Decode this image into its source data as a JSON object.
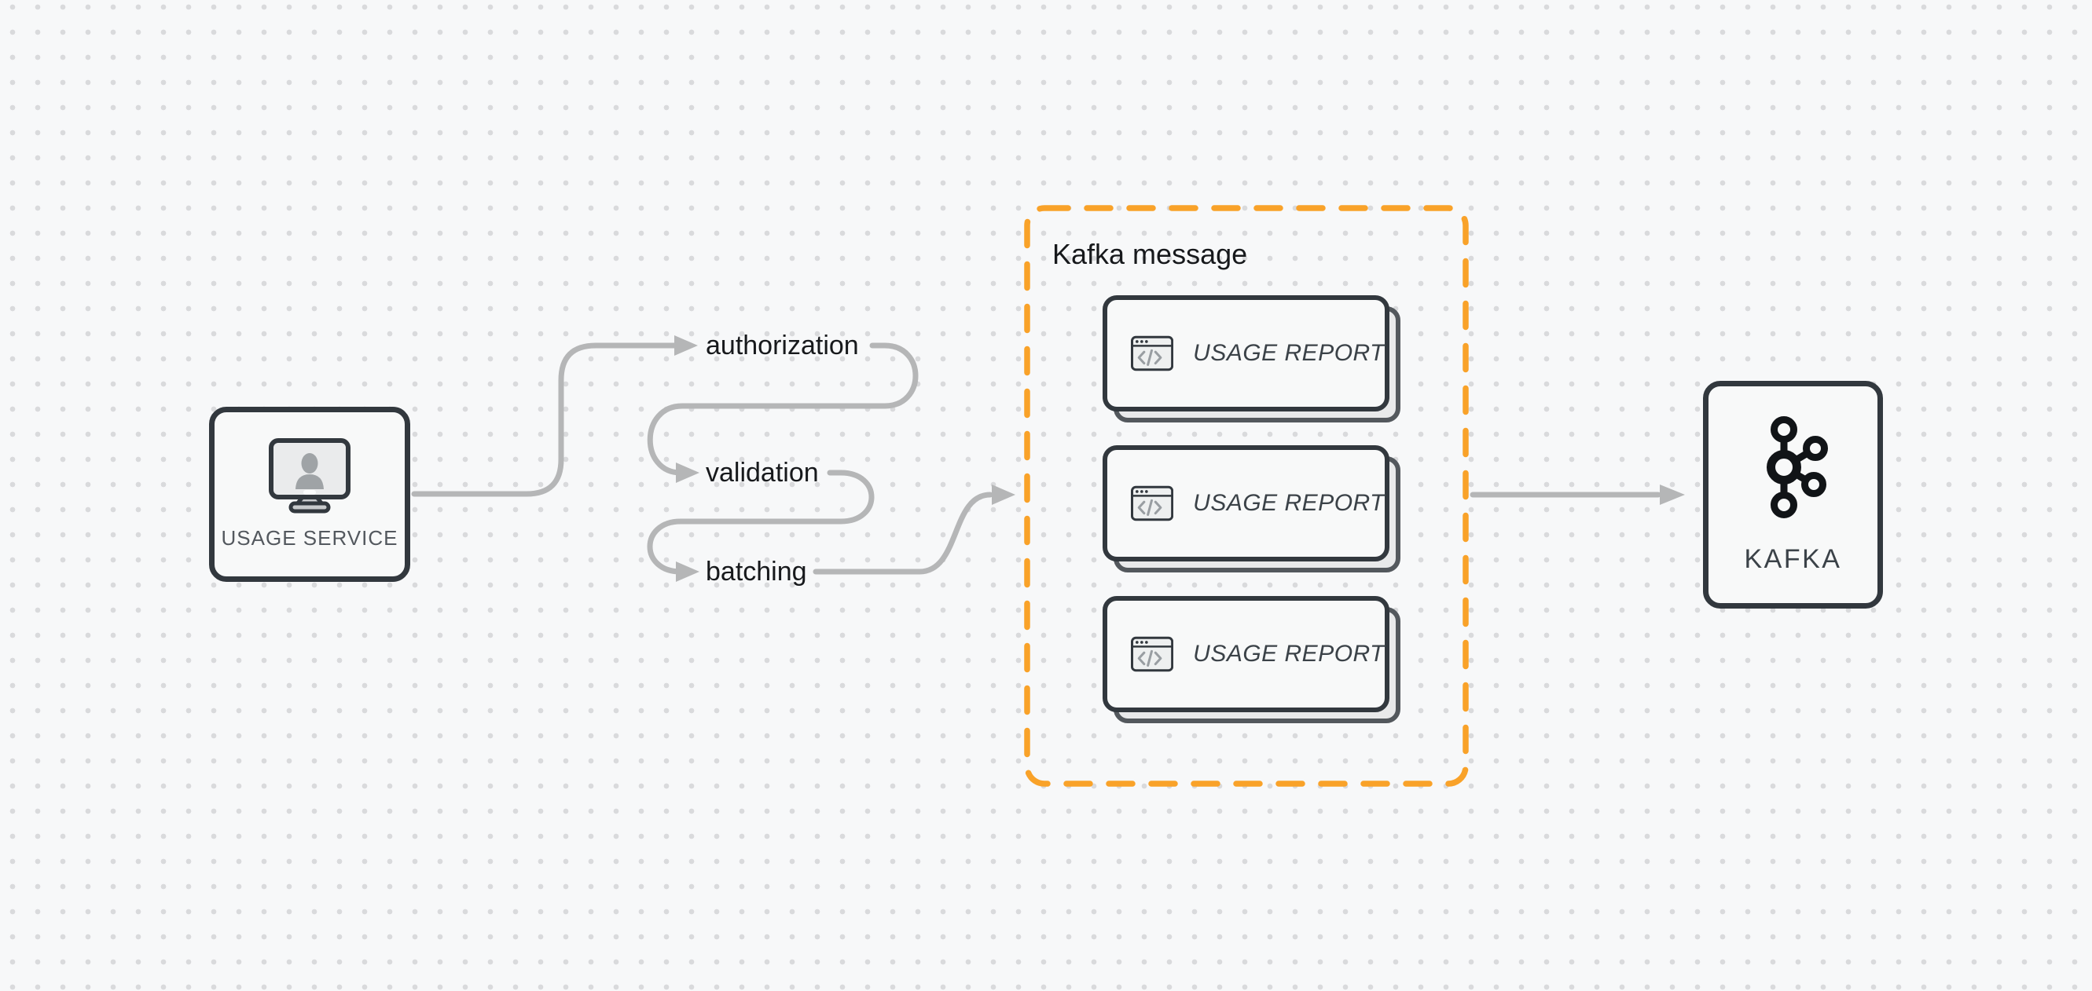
{
  "theme": {
    "background": "#f7f8f9",
    "grid_dot_color": "#d9dadc",
    "node_border": "#32383e",
    "node_fill": "#f8f9f9",
    "connector_gray": "#b5b6b7",
    "accent_orange": "#f9a229",
    "label_dark": "#17191c",
    "muted_text": "#53585e",
    "report_text": "#3b4248"
  },
  "usage_service": {
    "label": "USAGE SERVICE",
    "icon": "monitor-user-icon"
  },
  "flow_steps": [
    {
      "label": "authorization"
    },
    {
      "label": "validation"
    },
    {
      "label": "batching"
    }
  ],
  "kafka_message": {
    "title": "Kafka message",
    "cards": [
      {
        "label": "USAGE REPORT",
        "icon": "code-window-icon"
      },
      {
        "label": "USAGE REPORT",
        "icon": "code-window-icon"
      },
      {
        "label": "USAGE REPORT",
        "icon": "code-window-icon"
      }
    ]
  },
  "kafka": {
    "label": "KAFKA",
    "icon": "kafka-logo-icon"
  }
}
